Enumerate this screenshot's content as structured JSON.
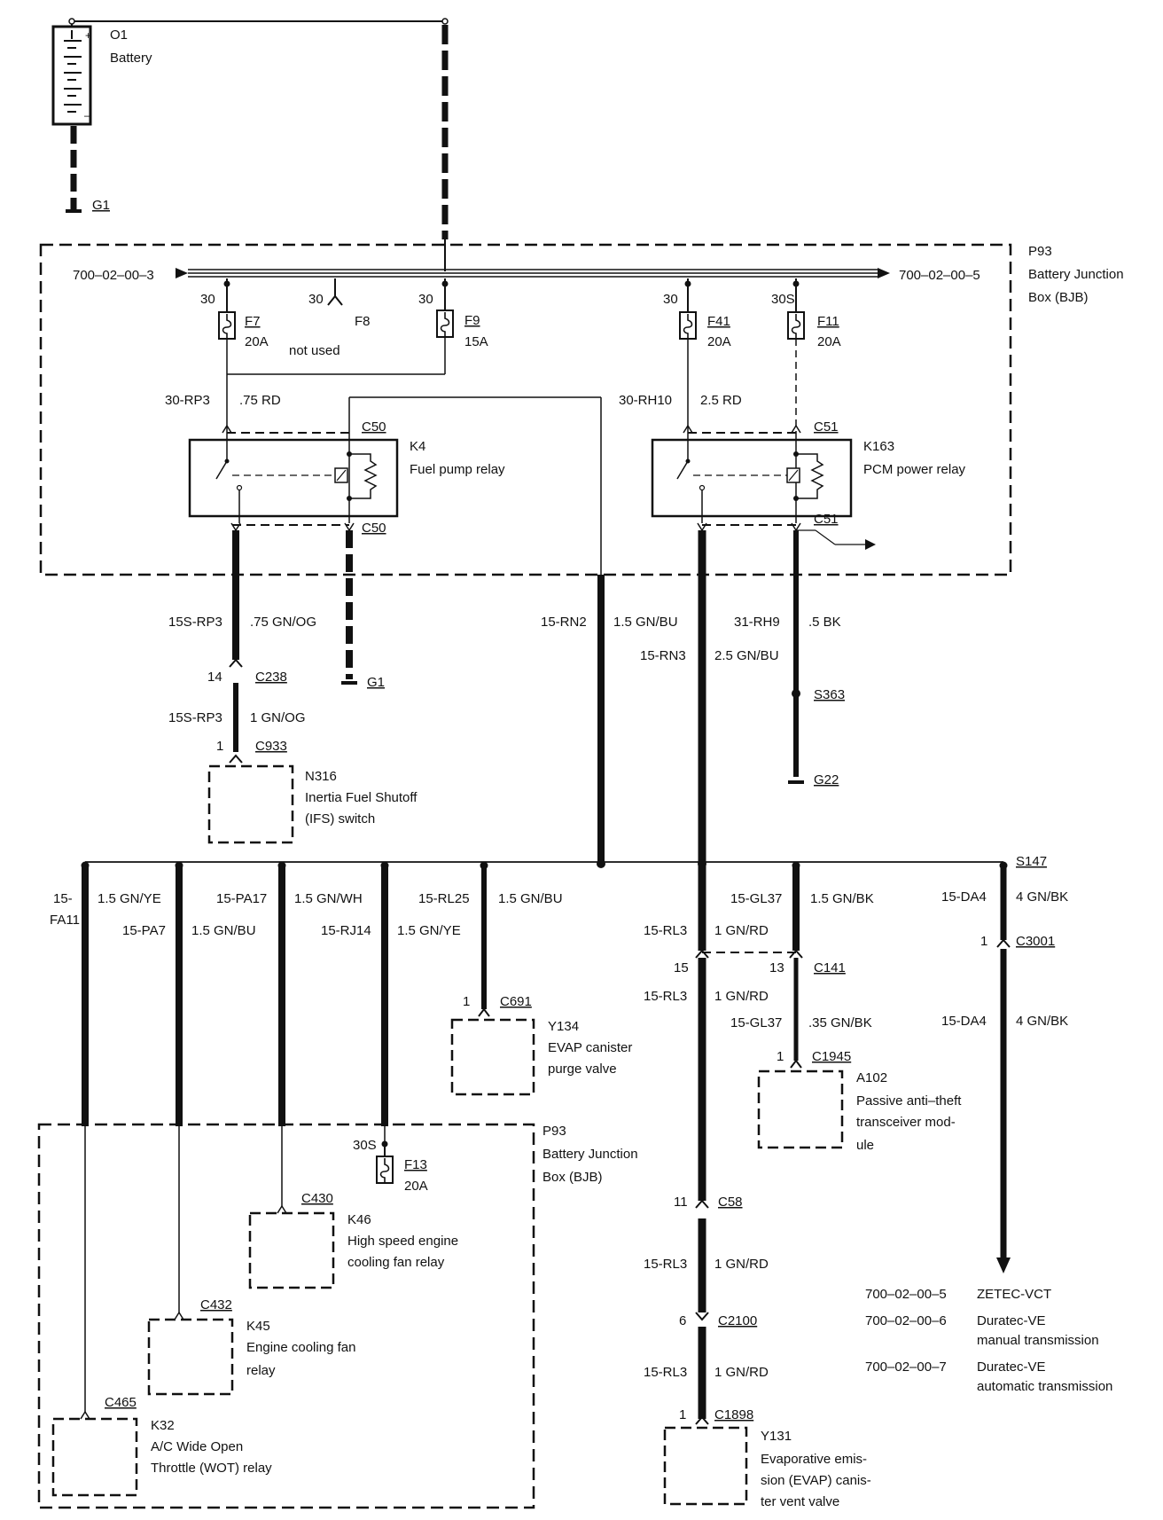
{
  "battery": {
    "id": "O1",
    "name": "Battery"
  },
  "grounds": {
    "g1": "G1",
    "g22": "G22"
  },
  "bjb": {
    "id": "P93",
    "line1": "Battery Junction",
    "line2": "Box (BJB)",
    "line2b": "Box (BJB)"
  },
  "bus": {
    "ref_in": "700–02–00–3",
    "ref_out": "700–02–00–5"
  },
  "fuses": {
    "f7": {
      "pin": "30",
      "id": "F7",
      "rating": "20A"
    },
    "f8": {
      "pin": "30",
      "id": "F8",
      "note": "not used"
    },
    "f9": {
      "pin": "30",
      "id": "F9",
      "rating": "15A"
    },
    "f41": {
      "pin": "30",
      "id": "F41",
      "rating": "20A"
    },
    "f11": {
      "pin": "30S",
      "id": "F11",
      "rating": "20A"
    },
    "f13": {
      "pin": "30S",
      "id": "F13",
      "rating": "20A"
    }
  },
  "relays": {
    "k4": {
      "id": "K4",
      "name": "Fuel pump relay"
    },
    "k163": {
      "id": "K163",
      "name": "PCM power relay"
    }
  },
  "connectors": {
    "c50": "C50",
    "c50b": "C50",
    "c51": "C51",
    "c51b": "C51",
    "c51c": "C51",
    "c238": "C238",
    "c933": "C933",
    "c691": "C691",
    "c141": "C141",
    "c1945": "C1945",
    "c3001": "C3001",
    "c58": "C58",
    "c2100": "C2100",
    "c1898": "C1898",
    "c430": "C430",
    "c432": "C432",
    "c465": "C465"
  },
  "splices": {
    "s363": "S363",
    "s147": "S147"
  },
  "wires": {
    "rp3_id": "30-RP3",
    "rp3_spec": ".75 RD",
    "rh10_id": "30-RH10",
    "rh10_spec": "2.5 RD",
    "srp3_id": "15S-RP3",
    "srp3_spec": ".75 GN/OG",
    "srp3b_id": "15S-RP3",
    "srp3b_spec": "1 GN/OG",
    "rn2_id": "15-RN2",
    "rn2_spec": "1.5 GN/BU",
    "rn3_id": "15-RN3",
    "rn3_spec": "2.5 GN/BU",
    "rh9_id": "31-RH9",
    "rh9_spec": ".5 BK",
    "fa11_id_a": "15-",
    "fa11_id_b": "FA11",
    "fa11_spec": "1.5 GN/YE",
    "pa7_id": "15-PA7",
    "pa7_spec": "1.5 GN/BU",
    "pa17_id": "15-PA17",
    "pa17_spec": "1.5 GN/WH",
    "rj14_id": "15-RJ14",
    "rj14_spec": "1.5 GN/YE",
    "rl25_id": "15-RL25",
    "rl25_spec": "1.5 GN/BU",
    "rl3_id": "15-RL3",
    "rl3_spec": "1 GN/RD",
    "gl37_id": "15-GL37",
    "gl37_spec": "1.5 GN/BK",
    "gl37b_id": "15-GL37",
    "gl37b_spec": ".35 GN/BK",
    "da4_id": "15-DA4",
    "da4_spec": "4 GN/BK",
    "da4b_id": "15-DA4",
    "da4b_spec": "4 GN/BK"
  },
  "pins": {
    "p14": "14",
    "p1a": "1",
    "p1b": "1",
    "p15": "15",
    "p13": "13",
    "p1c": "1",
    "p1d": "1",
    "p11": "11",
    "p6": "6",
    "p1e": "1"
  },
  "components": {
    "n316": {
      "id": "N316",
      "l1": "Inertia Fuel Shutoff",
      "l2": "(IFS) switch"
    },
    "y134": {
      "id": "Y134",
      "l1": "EVAP canister",
      "l2": "purge valve"
    },
    "a102": {
      "id": "A102",
      "l1": "Passive anti–theft",
      "l2": "transceiver mod-",
      "l3": "ule"
    },
    "k46": {
      "id": "K46",
      "l1": "High speed engine",
      "l2": "cooling fan relay"
    },
    "k45": {
      "id": "K45",
      "l1": "Engine cooling fan",
      "l2": "relay"
    },
    "k32": {
      "id": "K32",
      "l1": "A/C Wide Open",
      "l2": "Throttle (WOT) relay"
    },
    "y131": {
      "id": "Y131",
      "l1": "Evaporative emis-",
      "l2": "sion (EVAP) canis-",
      "l3": "ter vent valve"
    }
  },
  "references": [
    {
      "ref": "700–02–00–5",
      "desc1": "ZETEC-VCT",
      "desc2": ""
    },
    {
      "ref": "700–02–00–6",
      "desc1": "Duratec-VE",
      "desc2": "manual transmission"
    },
    {
      "ref": "700–02–00–7",
      "desc1": "Duratec-VE",
      "desc2": "automatic transmission"
    }
  ]
}
